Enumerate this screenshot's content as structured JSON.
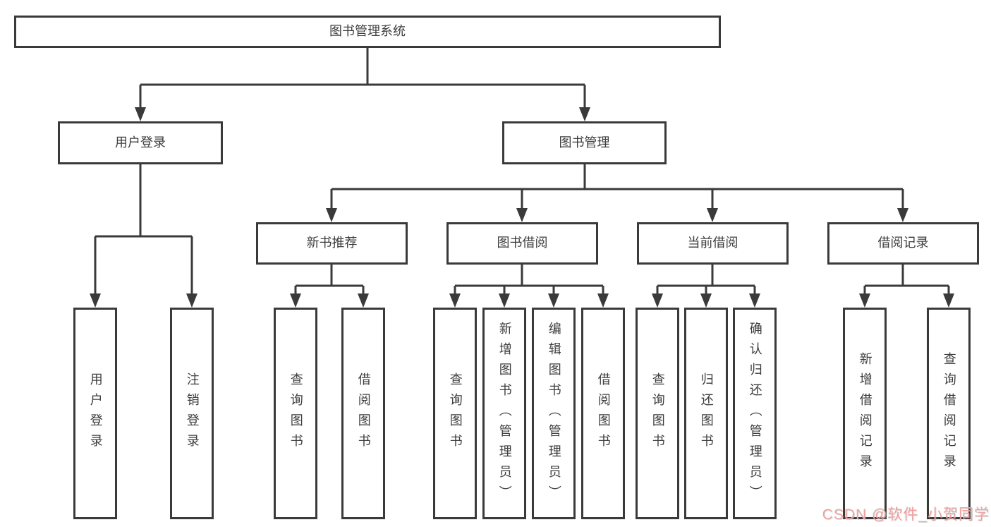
{
  "diagram": {
    "root": "图书管理系统",
    "branches": [
      {
        "label": "用户登录",
        "children": [
          "用户登录",
          "注销登录"
        ]
      },
      {
        "label": "图书管理",
        "sections": [
          {
            "label": "新书推荐",
            "children": [
              "查询图书",
              "借阅图书"
            ]
          },
          {
            "label": "图书借阅",
            "children": [
              "查询图书",
              "新增图书（管理员）",
              "编辑图书（管理员）",
              "借阅图书"
            ]
          },
          {
            "label": "当前借阅",
            "children": [
              "查询图书",
              "归还图书",
              "确认归还（管理员）"
            ]
          },
          {
            "label": "借阅记录",
            "children": [
              "新增借阅记录",
              "查询借阅记录"
            ]
          }
        ]
      }
    ]
  },
  "watermark": {
    "text": "CSDN @软件_小贺同学",
    "color": "#f0a2a2"
  },
  "colors": {
    "line": "#3a3a3a",
    "box_border": "#3a3a3a",
    "text": "#3d3d3d",
    "background": "#ffffff"
  }
}
